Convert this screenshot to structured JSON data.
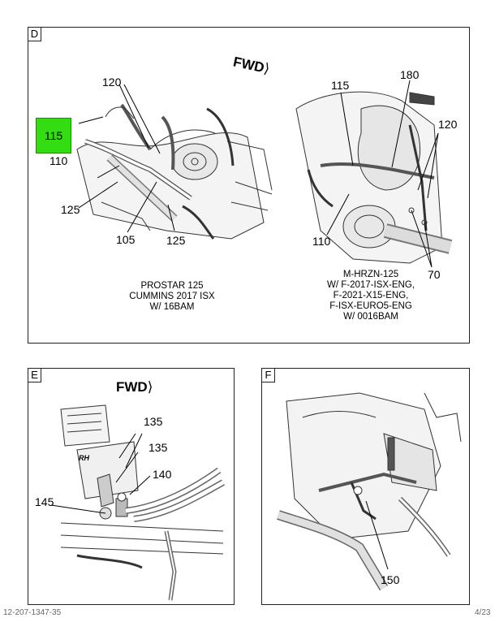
{
  "panels": {
    "d": {
      "tag": "D",
      "fwd": "FWD",
      "highlight": "115",
      "left_labels": [
        "120",
        "110",
        "125",
        "105",
        "125"
      ],
      "right_labels": [
        "115",
        "180",
        "120",
        "110",
        "70"
      ],
      "caption_left": [
        "PROSTAR 125",
        "CUMMINS 2017 ISX",
        "W/ 16BAM"
      ],
      "caption_right": [
        "M-HRZN-125",
        "W/ F-2017-ISX-ENG,",
        "F-2021-X15-ENG,",
        "F-ISX-EURO5-ENG",
        "W/ 0016BAM"
      ]
    },
    "e": {
      "tag": "E",
      "fwd": "FWD",
      "rh": "RH",
      "labels": [
        "135",
        "135",
        "140",
        "145"
      ]
    },
    "f": {
      "tag": "F",
      "labels": [
        "150"
      ]
    }
  },
  "footer": {
    "left": "12-207-1347-35",
    "right": "4/23"
  }
}
